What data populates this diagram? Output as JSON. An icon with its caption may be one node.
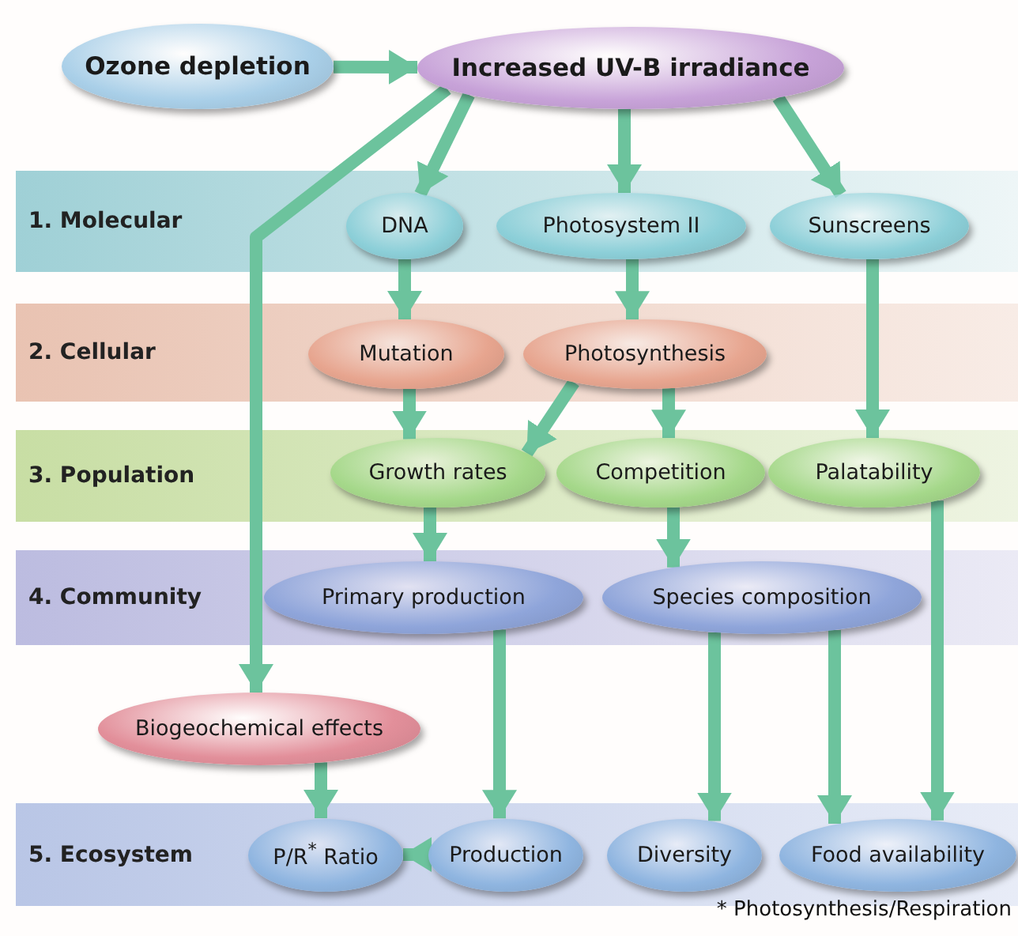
{
  "diagram": {
    "nodes": [
      {
        "text": [
          "Ozone depletion"
        ]
      },
      {
        "text": [
          "Increased UV-B irradiance"
        ]
      },
      {
        "text": [
          "1. Molecular"
        ]
      },
      {
        "text": [
          "DNA"
        ],
        "in": 2
      },
      {
        "text": [
          "Photosystem II"
        ],
        "in": 2
      },
      {
        "text": [
          "Sunscreens"
        ],
        "in": 2
      },
      {
        "text": [
          "2. Cellular"
        ]
      },
      {
        "text": [
          "Mutation"
        ],
        "in": 6
      },
      {
        "text": [
          "Photosynthesis"
        ],
        "in": 6
      },
      {
        "text": [
          "3. Population"
        ]
      },
      {
        "text": [
          "Growth rates"
        ],
        "in": 9
      },
      {
        "text": [
          "Competition"
        ],
        "in": 9
      },
      {
        "text": [
          "Palatability"
        ],
        "in": 9
      },
      {
        "text": [
          "4. Community"
        ]
      },
      {
        "text": [
          "Primary production"
        ],
        "in": 13
      },
      {
        "text": [
          "Species composition"
        ],
        "in": 13
      },
      {
        "text": [
          "Biogeochemical effects"
        ]
      },
      {
        "text": [
          "5. Ecosystem"
        ]
      },
      {
        "text": [
          "P/R$^{*}$ Ratio"
        ],
        "in": 17
      },
      {
        "text": [
          "Production"
        ],
        "in": 17
      },
      {
        "text": [
          "Diversity"
        ],
        "in": 17
      },
      {
        "text": [
          "Food availability"
        ],
        "in": 17
      }
    ],
    "edges": [
      {
        "from": 0,
        "to": 1,
        "arrow": "to"
      },
      {
        "from": 1,
        "to": 3,
        "arrow": "to"
      },
      {
        "from": 1,
        "to": 4,
        "arrow": "to"
      },
      {
        "from": 1,
        "to": 5,
        "arrow": "to"
      },
      {
        "from": 1,
        "to": 16,
        "arrow": "to"
      },
      {
        "from": 3,
        "to": 7,
        "arrow": "to"
      },
      {
        "from": 4,
        "to": 8,
        "arrow": "to"
      },
      {
        "from": 5,
        "to": 12,
        "arrow": "to"
      },
      {
        "from": 7,
        "to": 10,
        "arrow": "to"
      },
      {
        "from": 8,
        "to": 10,
        "arrow": "to"
      },
      {
        "from": 8,
        "to": 11,
        "arrow": "to"
      },
      {
        "from": 10,
        "to": 14,
        "arrow": "to"
      },
      {
        "from": 11,
        "to": 15,
        "arrow": "to"
      },
      {
        "from": 14,
        "to": 19,
        "arrow": "to"
      },
      {
        "from": 15,
        "to": 20,
        "arrow": "to"
      },
      {
        "from": 15,
        "to": 21,
        "arrow": "to"
      },
      {
        "from": 12,
        "to": 21,
        "arrow": "to"
      },
      {
        "from": 16,
        "to": 18,
        "arrow": "to"
      },
      {
        "from": 19,
        "to": 18,
        "arrow": "to"
      }
    ],
    "labels": [
      "* Photosynthesis/Respiration"
    ]
  }
}
